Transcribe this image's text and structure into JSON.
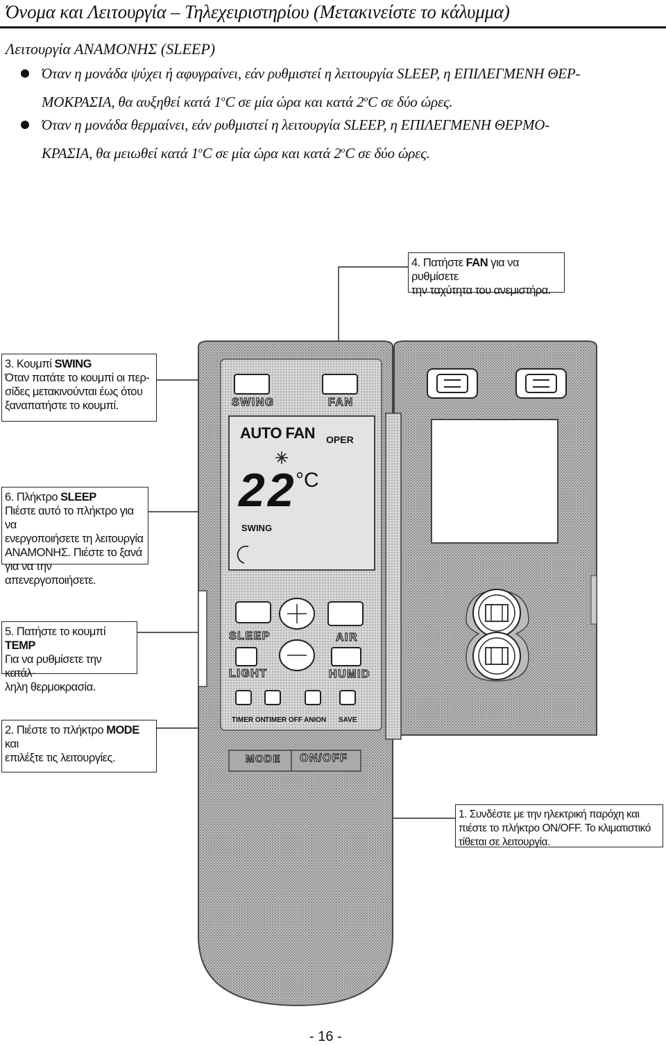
{
  "header": {
    "title": "Όνομα και Λειτουργία – Τηλεχειριστηρίου (Μετακινείστε το κάλυμμα)",
    "subtitle": "Λειτουργία ΑΝΑΜΟΝΗΣ (SLEEP)"
  },
  "bullets": [
    {
      "line1": "Όταν η μονάδα ψύχει ή αφυγραίνει, εάν ρυθμιστεί η λειτουργία SLEEP, η ΕΠΙΛΕΓΜΕΝΗ ΘΕΡ-",
      "line2_a": "ΜΟΚΡΑΣΙΑ, θα αυξηθεί κατά 1",
      "line2_b": "C σε μία ώρα και κατά 2",
      "line2_c": "C σε δύο ώρες."
    },
    {
      "line1": "Όταν η μονάδα θερμαίνει, εάν ρυθμιστεί η λειτουργία SLEEP, η ΕΠΙΛΕΓΜΕΝΗ ΘΕΡΜΟ-",
      "line2_a": "ΚΡΑΣΙΑ, θα μειωθεί κατά 1",
      "line2_b": "C σε μία ώρα και κατά 2",
      "line2_c": "C σε δύο ώρες."
    }
  ],
  "degree_mark": "o",
  "callouts": {
    "fan": {
      "num": "4. Πατήστε ",
      "key": "FAN",
      "rest": " για να ρυθμίσετε",
      "line2": "την ταχύτητα του ανεμιστήρα."
    },
    "swing": {
      "num": "3. Κουμπί ",
      "key": "SWING",
      "line2": "Όταν πατάτε το κουμπί οι περ-",
      "line3": "σίδες μετακινούνται έως ότου",
      "line4": "ξαναπατήστε το κουμπί."
    },
    "sleep": {
      "num": "6. Πλήκτρο ",
      "key": "SLEEP",
      "line2": "Πιέστε αυτό το πλήκτρο για να",
      "line3": "ενεργοποιήσετε τη λειτουργία",
      "line4": "ΑΝΑΜΟΝΗΣ. Πιέστε το ξανά",
      "line5": "για να την απενεργοποιήσετε."
    },
    "temp": {
      "num": "5. Πατήστε το κουμπί ",
      "key": "TEMP",
      "line2": "Για να ρυθμίσετε την κατάλ-",
      "line3": "ληλη θερμοκρασία."
    },
    "mode": {
      "num": "2. Πιέστε το πλήκτρο ",
      "key": "MODE",
      "rest": " και",
      "line2": "επιλέξτε τις λειτουργίες."
    },
    "onoff": {
      "line1": "1. Συνδέστε με την ηλεκτρική παρόχη και",
      "line2": "πιέστε το πλήκτρο ON/OFF. Το κλιματιστικό",
      "line3": "τίθεται σε λειτουργία."
    }
  },
  "remote": {
    "swing_label": "SWING",
    "fan_label": "FAN",
    "sleep_label": "SLEEP",
    "air_label": "AIR",
    "light_label": "LIGHT",
    "humid_label": "HUMID",
    "timer_on": "TIMER ON",
    "timer_off": "TIMER OFF",
    "anion": "ANION",
    "save": "SAVE",
    "mode": "MODE",
    "onoff": "ON/OFF",
    "lcd": {
      "auto_fan": "AUTO FAN",
      "oper": "OPER",
      "temp": "22",
      "unit": "°C",
      "swing": "SWING"
    }
  },
  "icons": [
    "snowflake-icon",
    "moon-icon",
    "drop-icon",
    "sun-icon"
  ],
  "page_number": "- 16 -"
}
